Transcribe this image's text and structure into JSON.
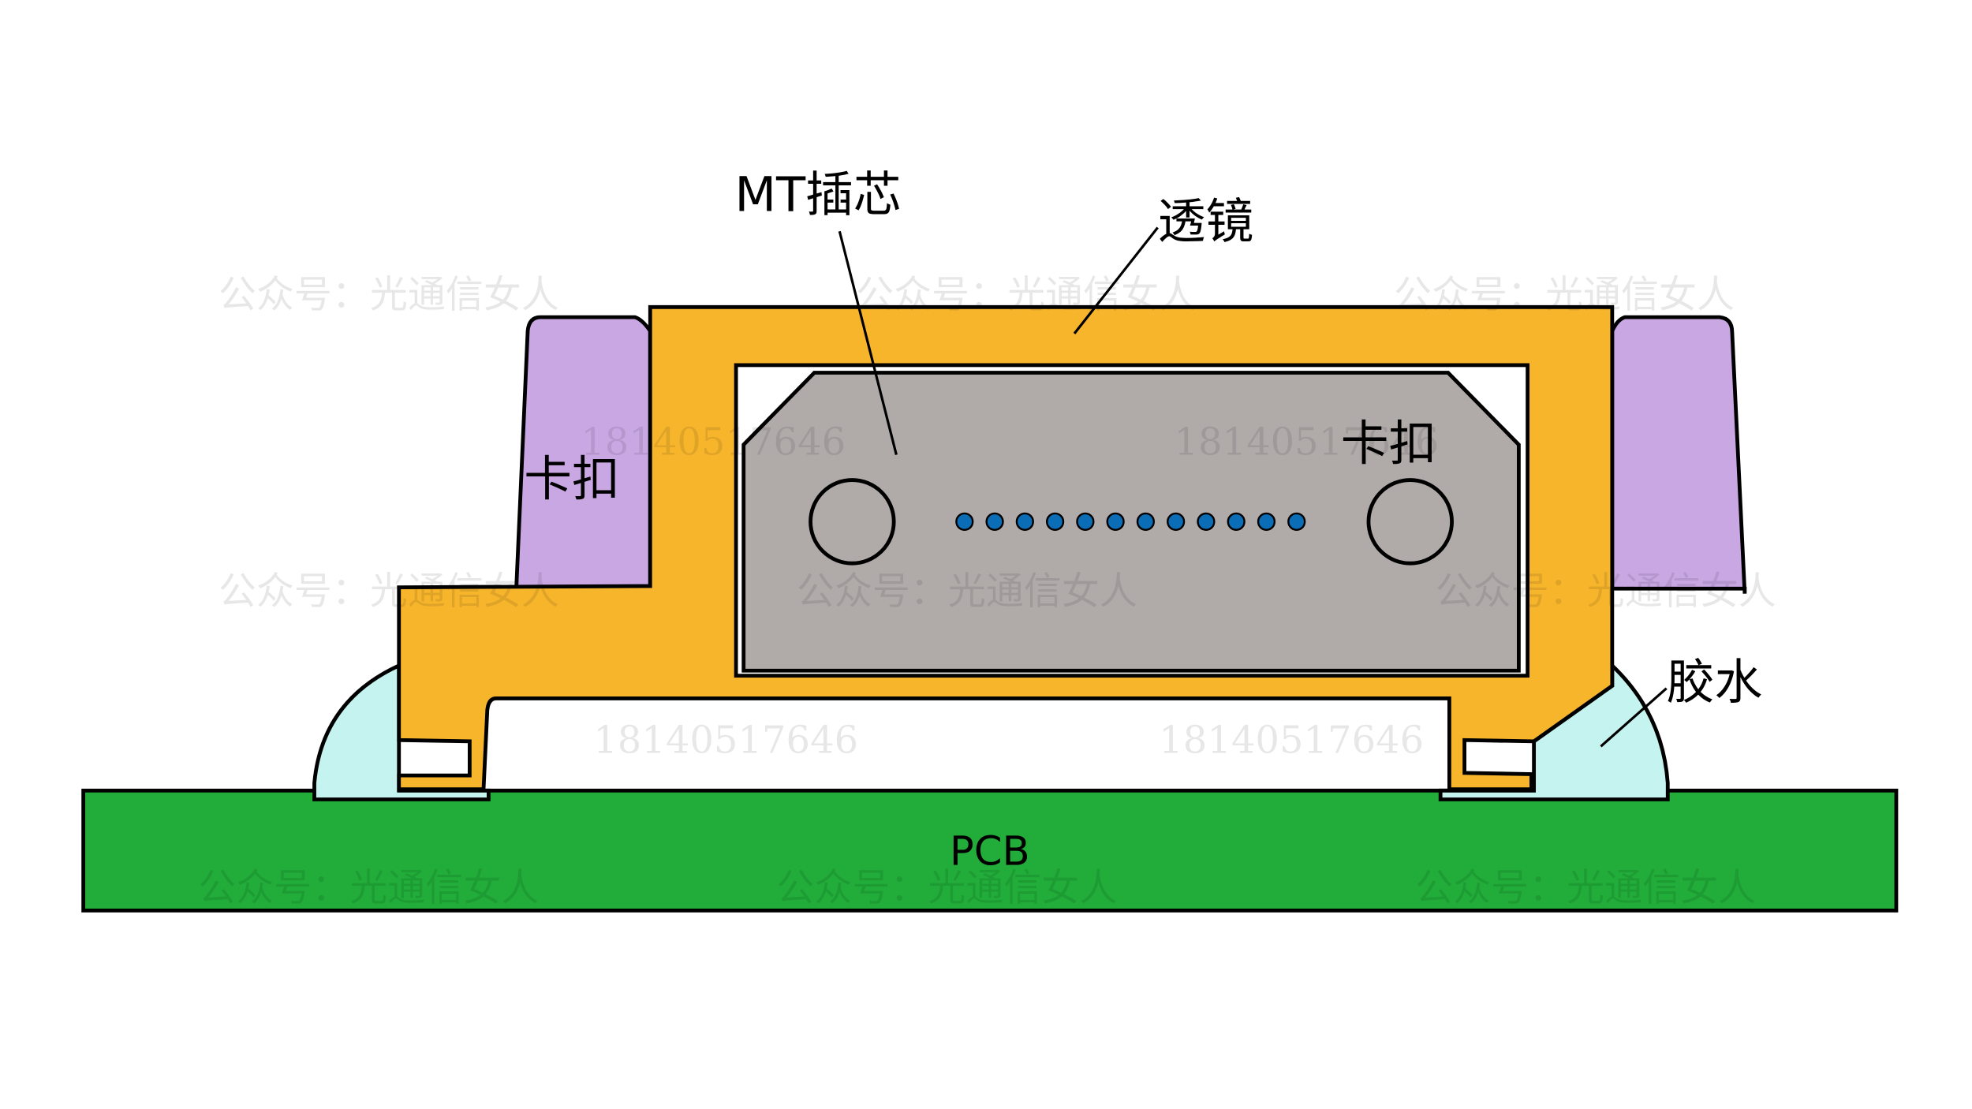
{
  "labels": {
    "mt_ferrule": "MT插芯",
    "lens": "透镜",
    "clip_left": "卡扣",
    "clip_right": "卡扣",
    "glue": "胶水",
    "pcb": "PCB"
  },
  "watermarks": {
    "account": "公众号：光通信女人",
    "phone": "18140517646"
  },
  "fiber_count": 12,
  "colors": {
    "pcb": "#22ad3a",
    "lens": "#f7b52c",
    "clip": "#c9a7e3",
    "ferrule": "#b0aba9",
    "glue": "#c5f3ef",
    "fiber": "#0b6db5"
  }
}
